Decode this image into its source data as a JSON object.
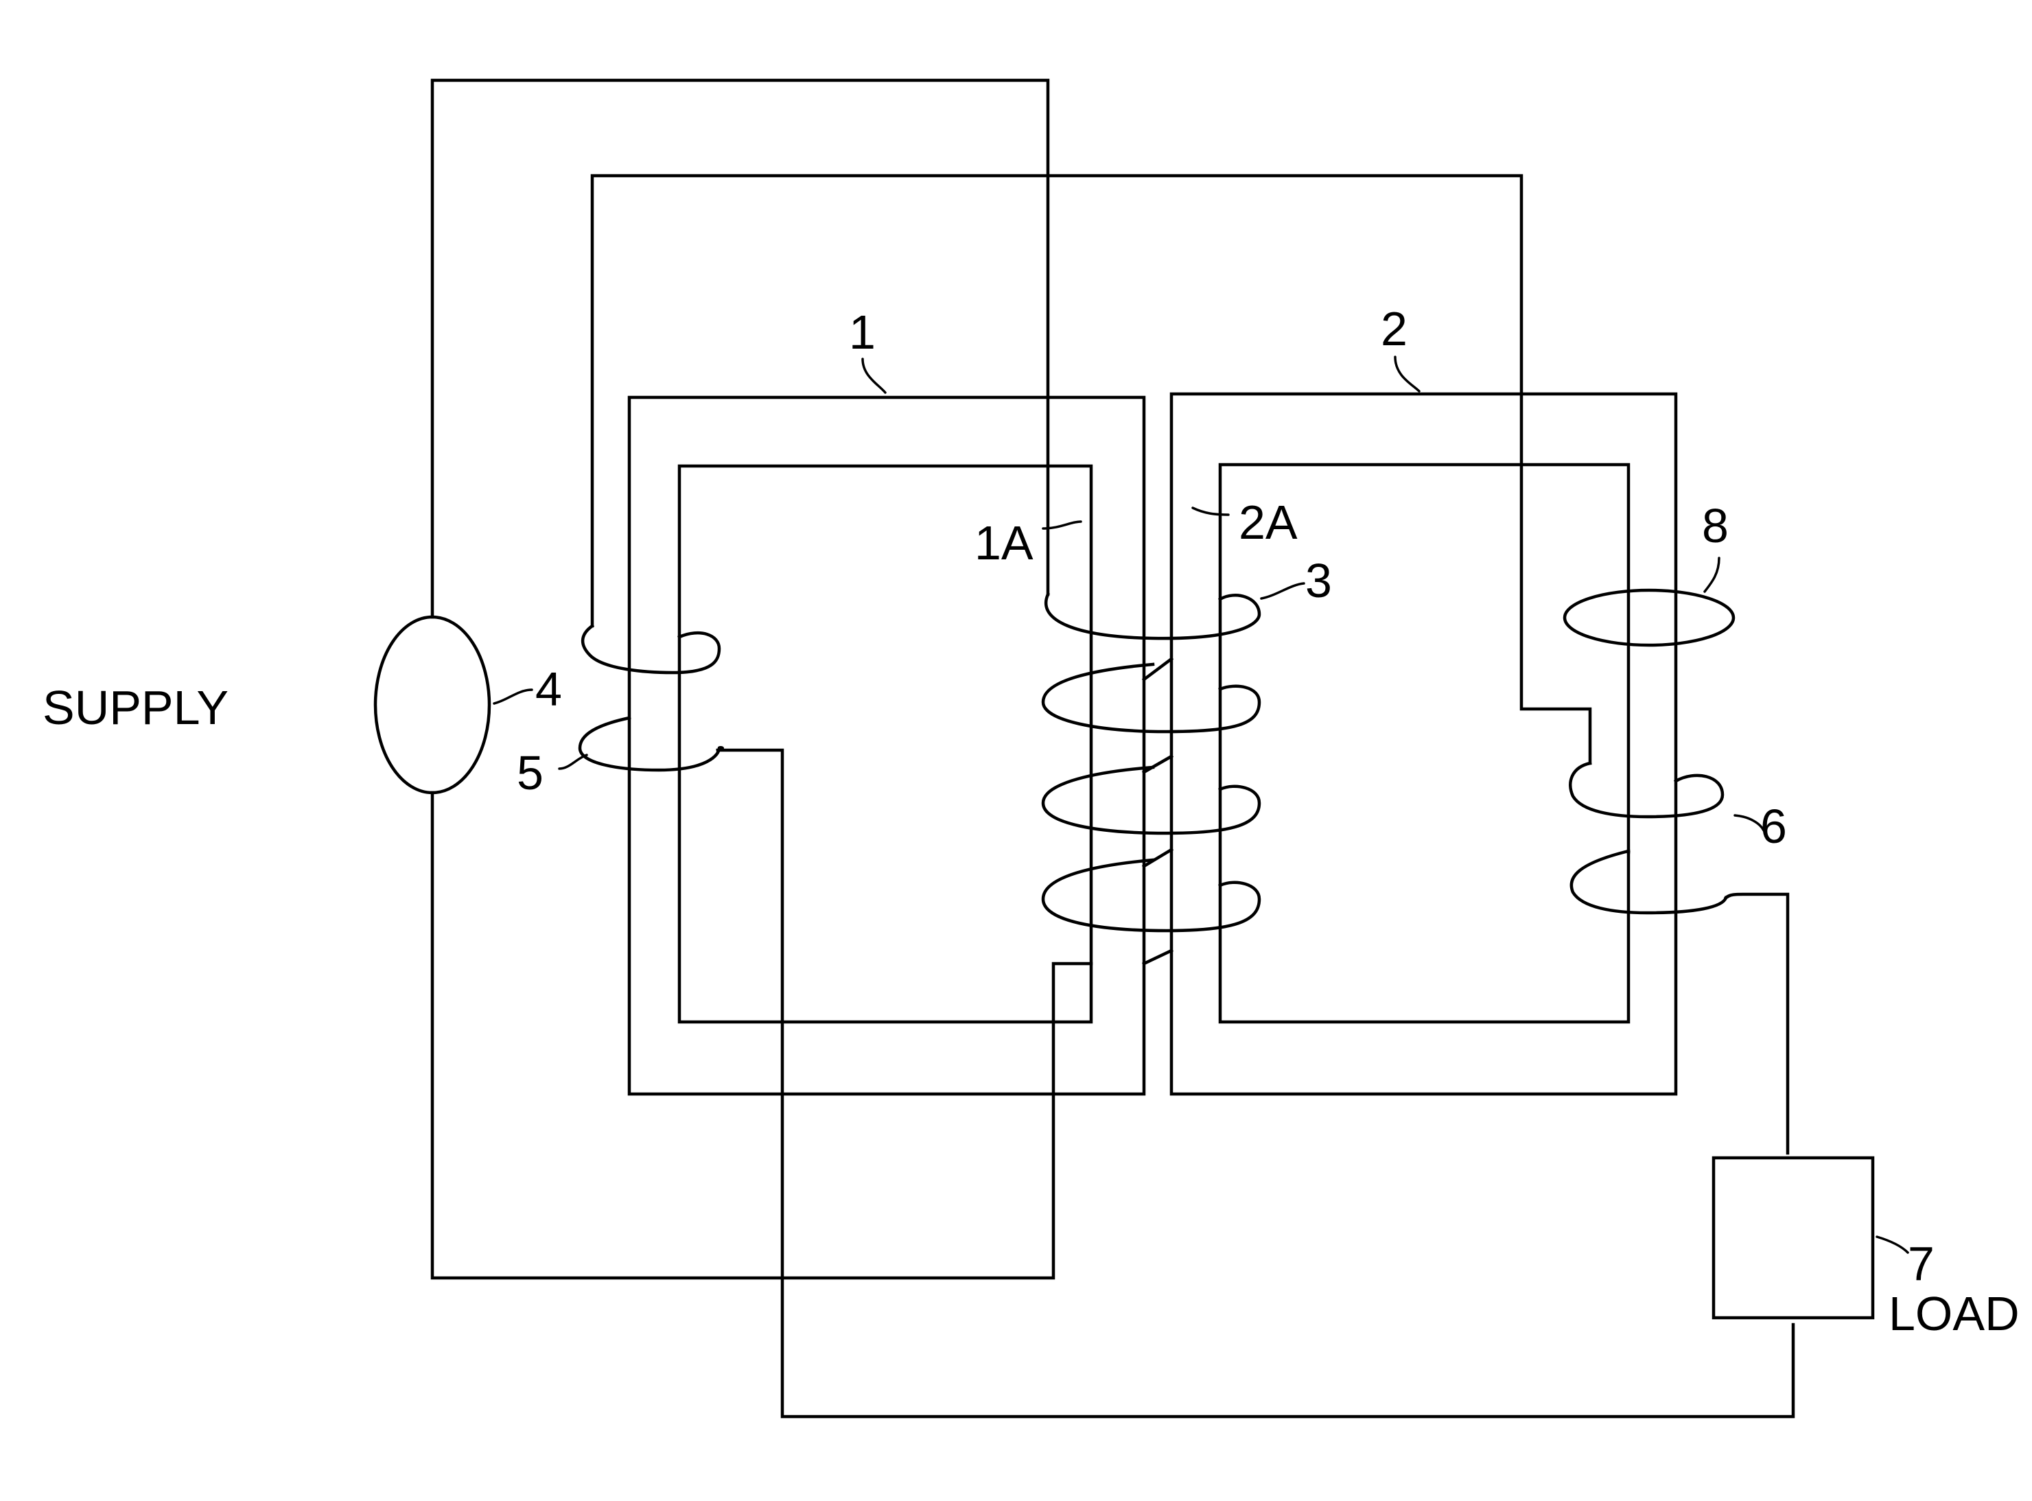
{
  "labels": {
    "supply_word": "SUPPLY",
    "load_word": "LOAD",
    "core_1": "1",
    "core_2": "2",
    "limb_1a": "1A",
    "limb_2a": "2A",
    "winding_3": "3",
    "supply_ref": "4",
    "winding_5": "5",
    "winding_6": "6",
    "load_ref": "7",
    "winding_8": "8"
  }
}
